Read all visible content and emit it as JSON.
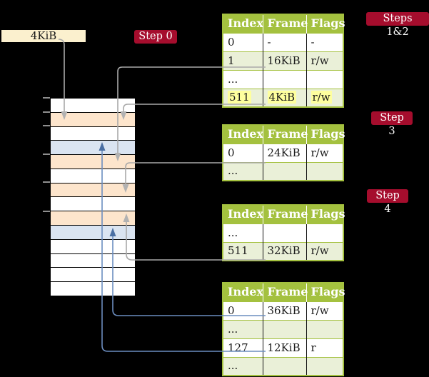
{
  "labels": {
    "frame_box": "4KiB",
    "step0": "Step 0",
    "steps12": "Steps 1&2",
    "step3": "Step 3",
    "step4": "Step 4"
  },
  "colors": {
    "background": "#000000",
    "table_header_green": "#a4c13f",
    "table_row_green": "#eaf0d8",
    "memory_peach": "#fde5cc",
    "memory_blue": "#dae4f1",
    "memory_white": "#ffffff",
    "badge_red": "#a50d2d",
    "highlight_yellow": "#feff9e",
    "cream_box": "#fbf0ce",
    "gray_line": "#a9a9a9",
    "blue_line": "#6b8dbf"
  },
  "memory": {
    "rows": [
      "white",
      "peach",
      "white",
      "blue",
      "peach",
      "white",
      "peach",
      "white",
      "peach",
      "blue",
      "white",
      "white",
      "white",
      "white"
    ]
  },
  "tables": [
    {
      "name": "page-table-steps-1-2",
      "headers": [
        "Index",
        "Frame",
        "Flags"
      ],
      "rows": [
        {
          "cells": [
            "0",
            "-",
            "-"
          ],
          "shade": false,
          "highlight": false
        },
        {
          "cells": [
            "1",
            "16KiB",
            "r/w"
          ],
          "shade": true,
          "highlight": false
        },
        {
          "cells": [
            "...",
            "",
            ""
          ],
          "shade": false,
          "highlight": false
        },
        {
          "cells": [
            "511",
            "4KiB",
            "r/w"
          ],
          "shade": true,
          "highlight": true
        }
      ]
    },
    {
      "name": "page-table-step-3",
      "headers": [
        "Index",
        "Frame",
        "Flags"
      ],
      "rows": [
        {
          "cells": [
            "0",
            "24KiB",
            "r/w"
          ],
          "shade": false,
          "highlight": false
        },
        {
          "cells": [
            "...",
            "",
            ""
          ],
          "shade": true,
          "highlight": false
        }
      ]
    },
    {
      "name": "page-table-step-4a",
      "headers": [
        "Index",
        "Frame",
        "Flags"
      ],
      "rows": [
        {
          "cells": [
            "...",
            "",
            ""
          ],
          "shade": false,
          "highlight": false
        },
        {
          "cells": [
            "511",
            "32KiB",
            "r/w"
          ],
          "shade": true,
          "highlight": false
        }
      ]
    },
    {
      "name": "page-table-step-4b",
      "headers": [
        "Index",
        "Frame",
        "Flags"
      ],
      "rows": [
        {
          "cells": [
            "0",
            "36KiB",
            "r/w"
          ],
          "shade": false,
          "highlight": false
        },
        {
          "cells": [
            "...",
            "",
            ""
          ],
          "shade": true,
          "highlight": false
        },
        {
          "cells": [
            "127",
            "12KiB",
            "r"
          ],
          "shade": false,
          "highlight": false
        },
        {
          "cells": [
            "...",
            "",
            ""
          ],
          "shade": true,
          "highlight": false
        }
      ]
    }
  ]
}
